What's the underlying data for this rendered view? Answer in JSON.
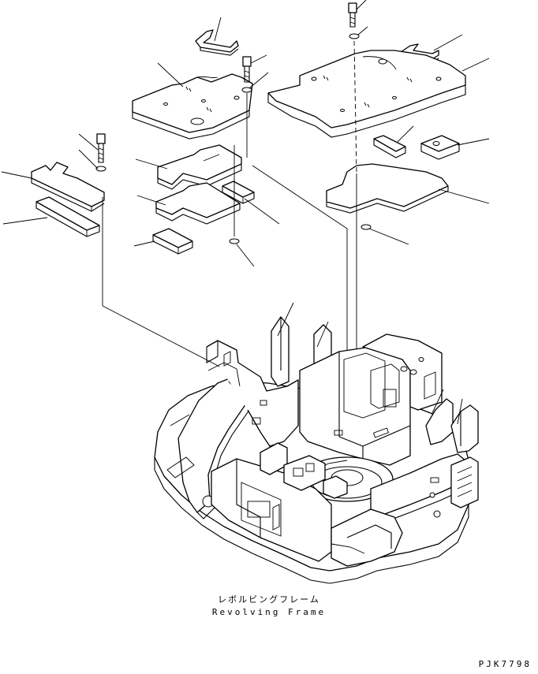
{
  "caption": {
    "japanese": "レボルビングフレーム",
    "english": "Revolving Frame"
  },
  "drawing_code": "PJK7798"
}
